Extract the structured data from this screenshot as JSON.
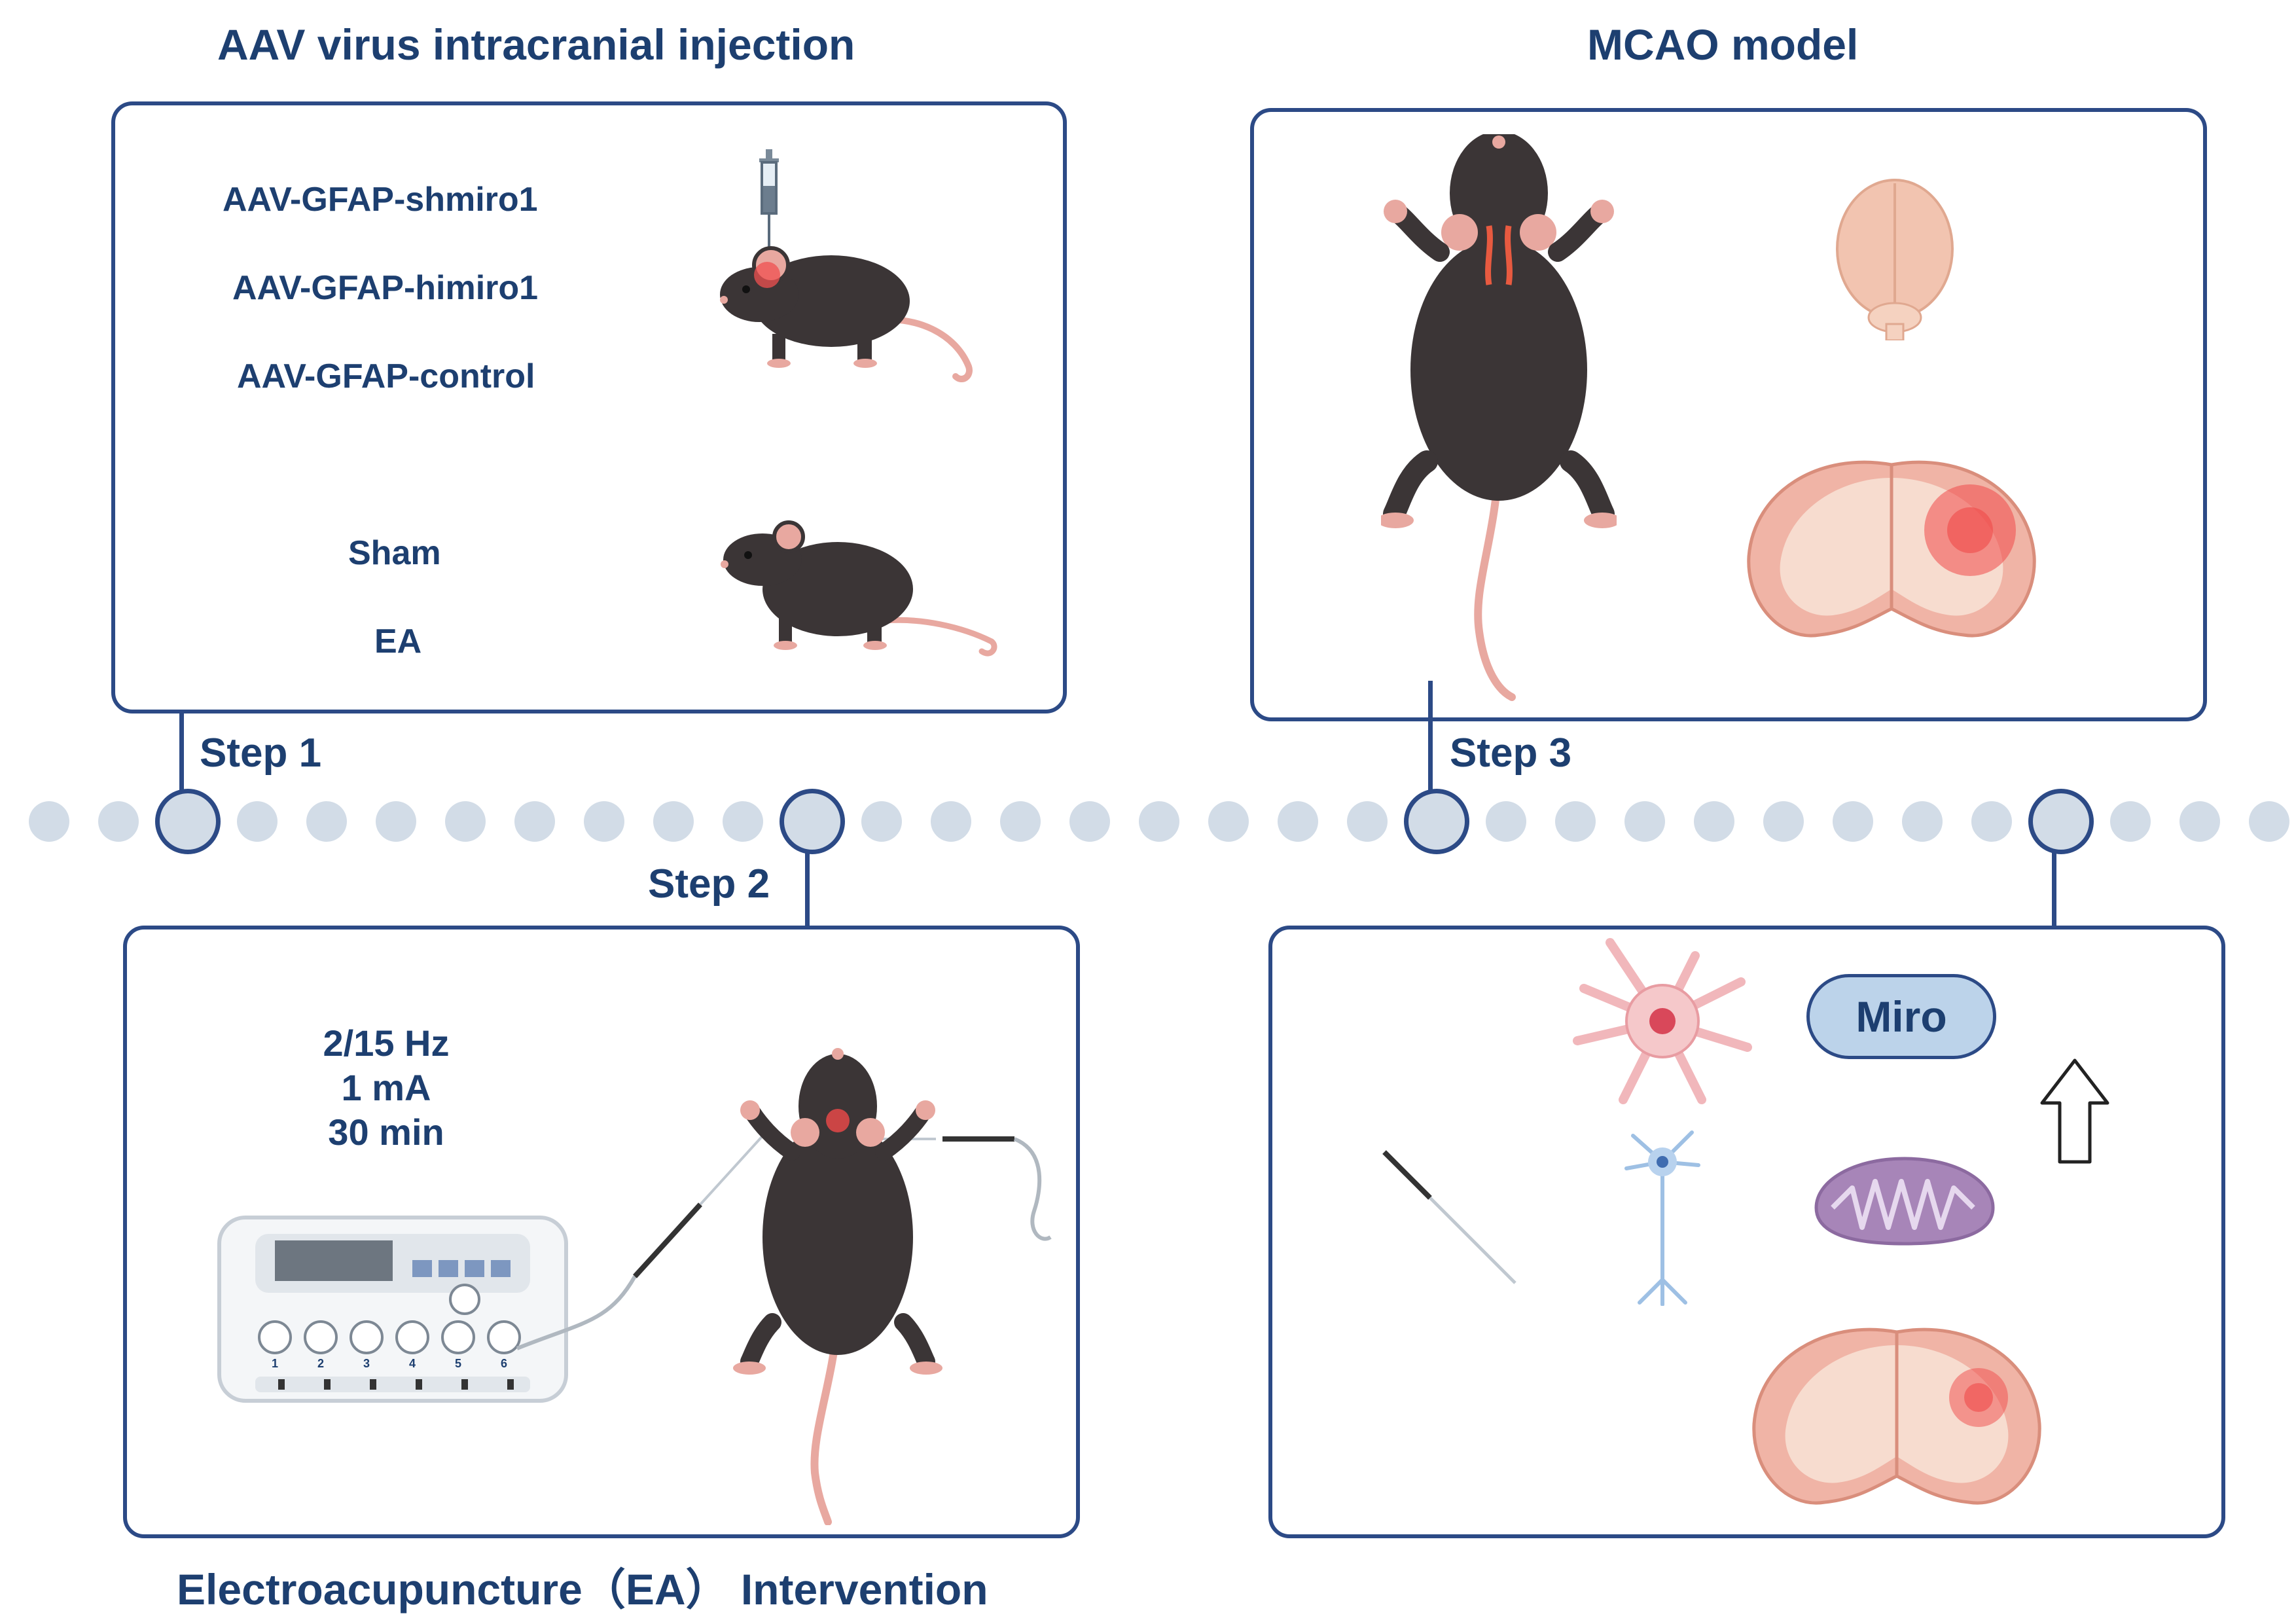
{
  "titles": {
    "aav": "AAV virus intracranial injection",
    "mcao": "MCAO model",
    "ea": "Electroacupuncture（EA） Intervention"
  },
  "panel1": {
    "groups": [
      "AAV-GFAP-shmiro1",
      "AAV-GFAP-himiro1",
      "AAV-GFAP-control"
    ],
    "sham": "Sham",
    "ea": "EA"
  },
  "panel3": {
    "params": [
      "2/15 Hz",
      "1 mA",
      "30 min"
    ],
    "channels": [
      "1",
      "2",
      "3",
      "4",
      "5",
      "6"
    ]
  },
  "panel4": {
    "miro": "Miro"
  },
  "steps": {
    "s1": "Step 1",
    "s2": "Step 2",
    "s3": "Step 3"
  },
  "colors": {
    "navy": "#1d3f70",
    "border": "#2c4a86",
    "dot": "#d2dce7",
    "mouse": "#3b3536",
    "pink": "#e8a8a0",
    "brain": "#f2c4b0",
    "lesion": "#f04a4a",
    "mito": "#a785b8"
  },
  "icons": [
    "syringe-icon",
    "mouse-icon",
    "brain-icon",
    "coronal-brain-icon",
    "astrocyte-icon",
    "neuron-icon",
    "mitochondria-icon",
    "needle-icon",
    "up-arrow-icon",
    "stimulator-icon"
  ]
}
